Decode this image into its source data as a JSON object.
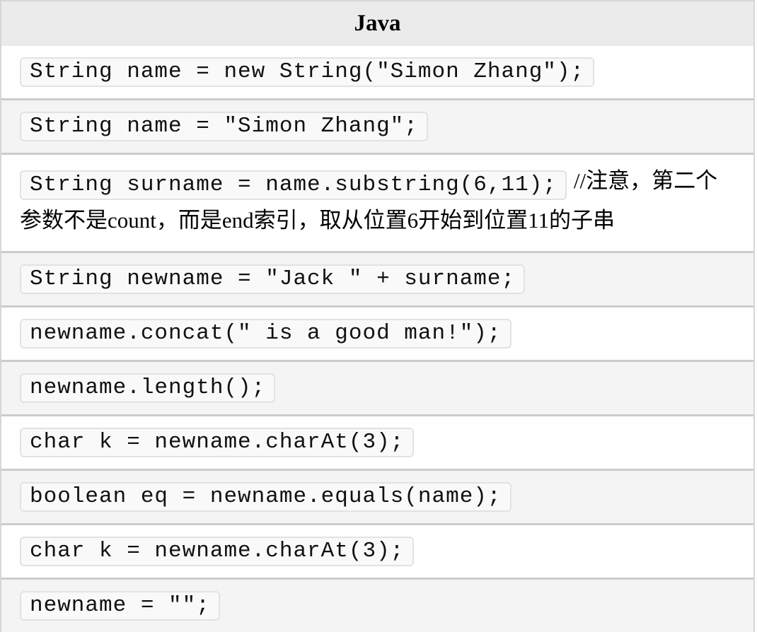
{
  "header": {
    "title": "Java"
  },
  "rows": [
    {
      "code": "String name = new String(\"Simon Zhang\");",
      "comment": ""
    },
    {
      "code": "String name = \"Simon Zhang\";",
      "comment": ""
    },
    {
      "code": "String surname = name.substring(6,11);",
      "comment": "//注意，第二个参数不是count，而是end索引，取从位置6开始到位置11的子串"
    },
    {
      "code": "String newname = \"Jack \" + surname;",
      "comment": ""
    },
    {
      "code": "newname.concat(\" is a good man!\");",
      "comment": ""
    },
    {
      "code": "newname.length();",
      "comment": ""
    },
    {
      "code": "char k = newname.charAt(3);",
      "comment": ""
    },
    {
      "code": "boolean eq = newname.equals(name);",
      "comment": ""
    },
    {
      "code": "char k = newname.charAt(3);",
      "comment": ""
    },
    {
      "code": "newname = \"\";",
      "comment": ""
    }
  ],
  "colors": {
    "header-bg": "#ebebeb",
    "row-bg": "#ffffff",
    "row-alt-bg": "#f4f4f4",
    "chip-bg": "#f9f9f9",
    "chip-border": "#e2e2e2",
    "separator": "#cbcbcb",
    "outer-border": "#d6d6d6"
  }
}
